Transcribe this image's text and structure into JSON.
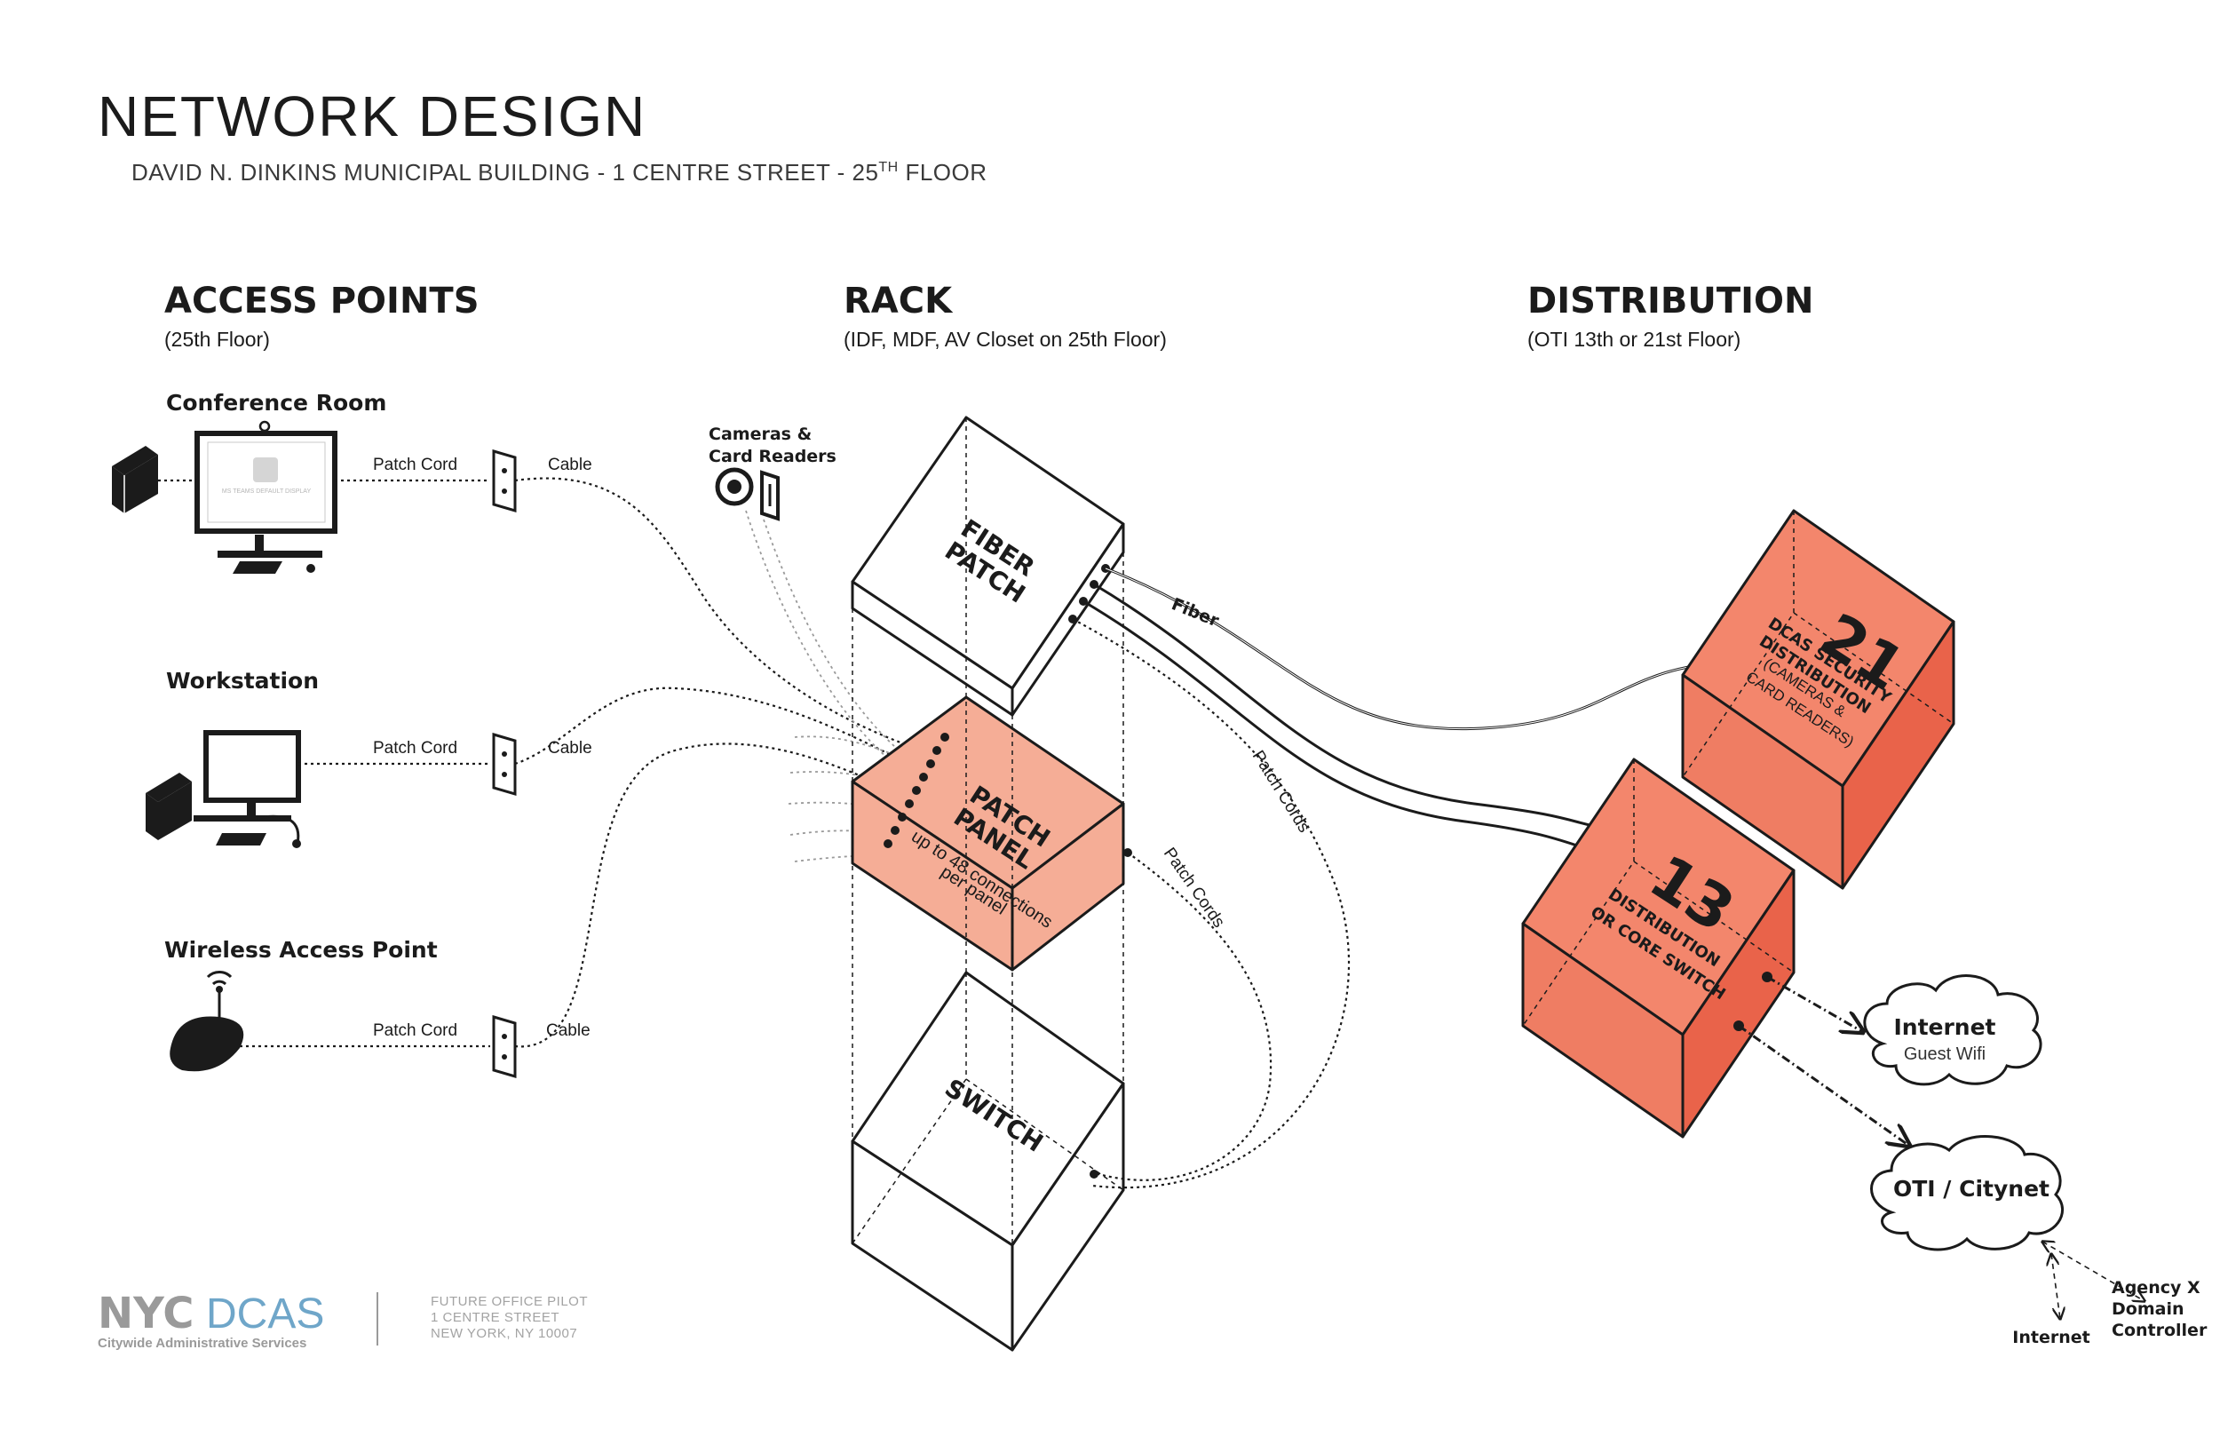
{
  "header": {
    "title": "NETWORK DESIGN",
    "subtitle": "DAVID N. DINKINS MUNICIPAL BUILDING - 1 CENTRE STREET - 25",
    "subtitle_sup": "TH",
    "subtitle_tail": " FLOOR"
  },
  "columns": {
    "access_points": {
      "heading": "ACCESS POINTS",
      "note": "(25th Floor)"
    },
    "rack": {
      "heading": "RACK",
      "note": "(IDF, MDF, AV Closet on 25th Floor)"
    },
    "distribution": {
      "heading": "DISTRIBUTION",
      "note": "(OTI 13th or 21st Floor)"
    }
  },
  "devices": {
    "conference_room": {
      "label": "Conference Room",
      "screen_text": "MS TEAMS DEFAULT DISPLAY"
    },
    "workstation": {
      "label": "Workstation"
    },
    "wireless_access_point": {
      "label": "Wireless Access Point"
    },
    "cameras": {
      "line1": "Cameras &",
      "line2": "Card Readers"
    }
  },
  "links": {
    "patch_cord": "Patch Cord",
    "cable": "Cable",
    "fiber": "Fiber",
    "patch_cords": "Patch Cords"
  },
  "rack": {
    "fiber_patch": {
      "line1": "FIBER",
      "line2": "PATCH"
    },
    "patch_panel": {
      "line1": "PATCH",
      "line2": "PANEL",
      "note1": "up to 48 connections",
      "note2": "per panel"
    },
    "switch": {
      "label": "SWITCH"
    }
  },
  "distribution": {
    "box21": {
      "number": "21",
      "line1": "DCAS SECURITY",
      "line2": "DISTRIBUTION",
      "line3": "(CAMERAS &",
      "line4": "CARD READERS)"
    },
    "box13": {
      "number": "13",
      "line1": "DISTRIBUTION",
      "line2": "OR CORE SWITCH"
    }
  },
  "clouds": {
    "internet": {
      "label": "Internet",
      "sub": "Guest Wifi"
    },
    "citynet": {
      "label": "OTI / Citynet"
    }
  },
  "endpoints": {
    "internet": "Internet",
    "agency_line1": "Agency X",
    "agency_line2": "Domain",
    "agency_line3": "Controller"
  },
  "footer": {
    "logo_nyc": "NYC",
    "logo_dcas": "DCAS",
    "logo_sub": "Citywide Administrative Services",
    "line1": "FUTURE OFFICE PILOT",
    "line2": "1 CENTRE STREET",
    "line3": "NEW YORK, NY 10007"
  },
  "colors": {
    "ink": "#1b1b1b",
    "patch_panel_fill": "#f5ad96",
    "distribution_fill": "#ef7d63",
    "distribution_fill_side": "#e9634a",
    "logo_blue": "#6fa6c9"
  }
}
